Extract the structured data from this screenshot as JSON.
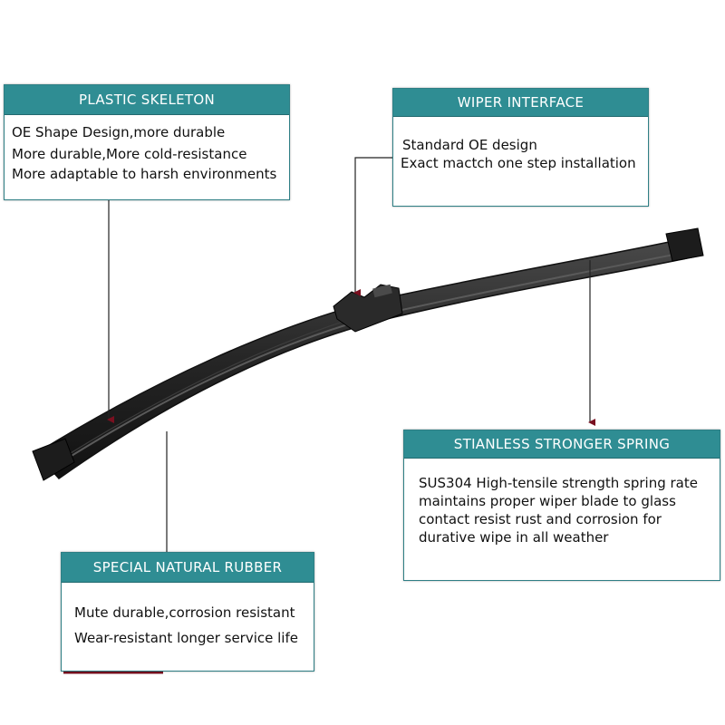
{
  "callouts": {
    "plastic_skeleton": {
      "title": "PLASTIC SKELETON",
      "lines": [
        "OE Shape Design,more durable",
        "More durable,More cold-resistance",
        "More adaptable to harsh environments"
      ]
    },
    "wiper_interface": {
      "title": "WIPER  INTERFACE",
      "lines": [
        "Standard OE design",
        "Exact mactch one step installation"
      ]
    },
    "spring": {
      "title": "STIANLESS STRONGER SPRING",
      "lines": [
        "SUS304 High-tensile strength spring rate",
        "maintains proper wiper blade to glass",
        "contact resist rust and corrosion for",
        "durative wipe in all weather"
      ]
    },
    "rubber": {
      "title": "SPECIAL NATURAL RUBBER",
      "lines": [
        "Mute durable,corrosion resistant",
        "Wear-resistant longer service life"
      ]
    }
  },
  "colors": {
    "header_teal": "#2f8d93",
    "border_teal": "#2f7f85",
    "blade_dark": "#2b2b2b",
    "arrow_red": "#7a1020"
  }
}
